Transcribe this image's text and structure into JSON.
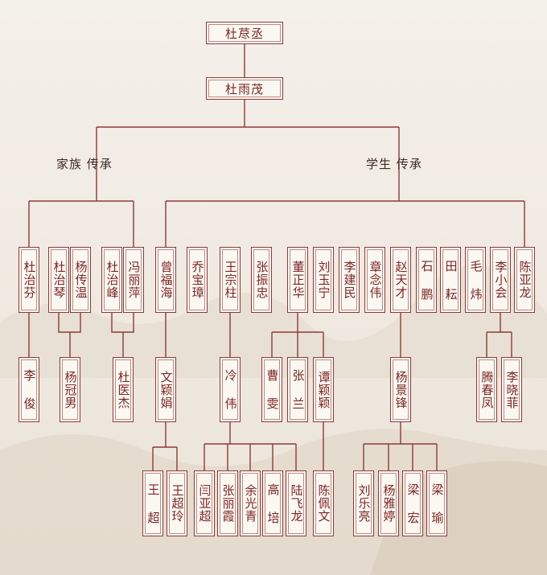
{
  "colors": {
    "line": "#8c3a3a",
    "text": "#7b2727",
    "background": "#f1ece4"
  },
  "root": "杜荩丞",
  "second": "杜雨茂",
  "branches": {
    "family": "家族  传承",
    "students": "学生  传承"
  },
  "gen1": [
    "杜治芬",
    "杜治琴",
    "杨传温",
    "杜治峰",
    "冯丽萍",
    "曾福海",
    "乔宝璋",
    "王宗柱",
    "张振忠",
    "董正华",
    "刘玉宁",
    "李建民",
    "章念伟",
    "赵天才",
    "石  鹏",
    "田  耘",
    "毛  炜",
    "李小会",
    "陈亚龙"
  ],
  "gen2": [
    "李  俊",
    "杨冠男",
    "杜医杰",
    "文颖娟",
    "冷  伟",
    "曹  雯",
    "张  兰",
    "谭颖颖",
    "杨景锋",
    "腾春凤",
    "李晓菲"
  ],
  "gen3": [
    "王  超",
    "王超玲",
    "闫亚超",
    "张丽霞",
    "余光青",
    "高  培",
    "陆飞龙",
    "陈佩文",
    "刘乐亮",
    "杨雅婷",
    "梁  宏",
    "梁  瑜"
  ]
}
